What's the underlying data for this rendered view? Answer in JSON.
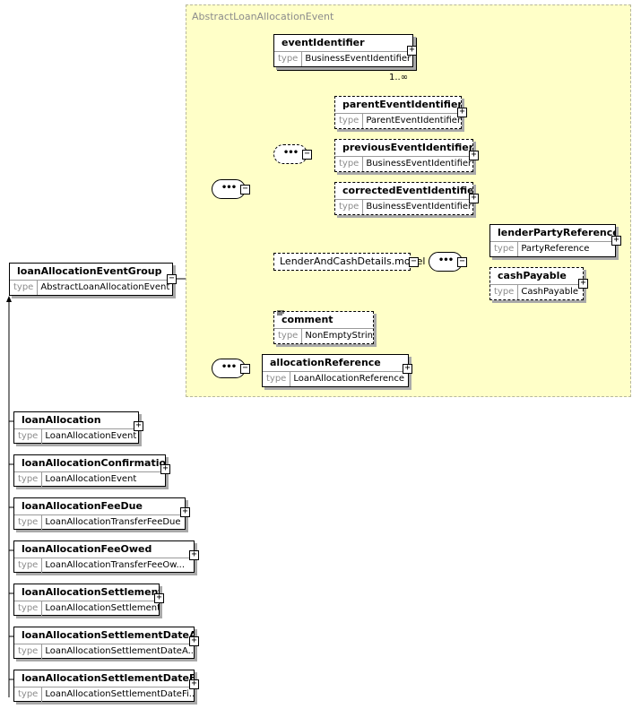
{
  "group_title": "AbstractLoanAllocationEvent",
  "type_label": "type",
  "expand_symbol": "+",
  "collapse_symbol": "−",
  "sequence_symbol": "•••",
  "root": {
    "name": "loanAllocationEventGroup",
    "type": "AbstractLoanAllocationEvent"
  },
  "group_elements": {
    "event_identifier": {
      "name": "eventIdentifier",
      "type": "BusinessEventIdentifier",
      "cardinality": "1..∞"
    },
    "parent_event_identifier": {
      "name": "parentEventIdentifier",
      "type": "ParentEventIdentifier"
    },
    "previous_event_identifier": {
      "name": "previousEventIdentifier",
      "type": "BusinessEventIdentifier"
    },
    "corrected_event_identifier": {
      "name": "correctedEventIdentifier",
      "type": "BusinessEventIdentifier"
    },
    "model_group": "LenderAndCashDetails.model",
    "lender_party_reference": {
      "name": "lenderPartyReference",
      "type": "PartyReference"
    },
    "cash_payable": {
      "name": "cashPayable",
      "type": "CashPayable"
    },
    "comment": {
      "name": "comment",
      "type": "NonEmptyString"
    },
    "allocation_reference": {
      "name": "allocationReference",
      "type": "LoanAllocationReference"
    }
  },
  "substitutions": [
    {
      "name": "loanAllocation",
      "type": "LoanAllocationEvent"
    },
    {
      "name": "loanAllocationConfirmation",
      "type": "LoanAllocationEvent"
    },
    {
      "name": "loanAllocationFeeDue",
      "type": "LoanAllocationTransferFeeDue"
    },
    {
      "name": "loanAllocationFeeOwed",
      "type": "LoanAllocationTransferFeeOw..."
    },
    {
      "name": "loanAllocationSettlement",
      "type": "LoanAllocationSettlement"
    },
    {
      "name": "loanAllocationSettlementDateA...",
      "type": "LoanAllocationSettlementDateA..."
    },
    {
      "name": "loanAllocationSettlementDateFi...",
      "type": "LoanAllocationSettlementDateFi..."
    }
  ]
}
